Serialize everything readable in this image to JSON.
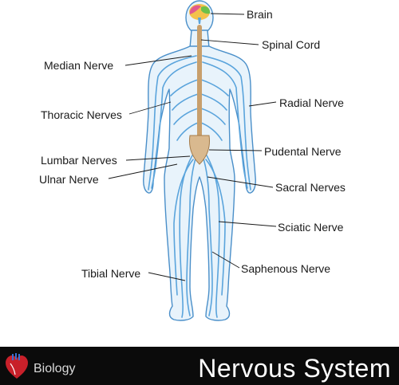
{
  "labels": {
    "brain": "Brain",
    "spinal_cord": "Spinal Cord",
    "median_nerve": "Median Nerve",
    "radial_nerve": "Radial Nerve",
    "thoracic_nerves": "Thoracic Nerves",
    "pudental_nerve": "Pudental Nerve",
    "lumbar_nerves": "Lumbar Nerves",
    "ulnar_nerve": "Ulnar Nerve",
    "sacral_nerves": "Sacral Nerves",
    "sciatic_nerve": "Sciatic Nerve",
    "saphenous_nerve": "Saphenous  Nerve",
    "tibial_nerve": "Tibial Nerve"
  },
  "footer": {
    "brand": "Biology",
    "title": "Nervous System",
    "icon": "heart-icon"
  },
  "colors": {
    "body_fill": "#e8f3fb",
    "body_outline": "#4a8fc9",
    "nerve": "#5aa4dc",
    "spine": "#d9b98f",
    "footer_bg": "#0b0b0b"
  }
}
